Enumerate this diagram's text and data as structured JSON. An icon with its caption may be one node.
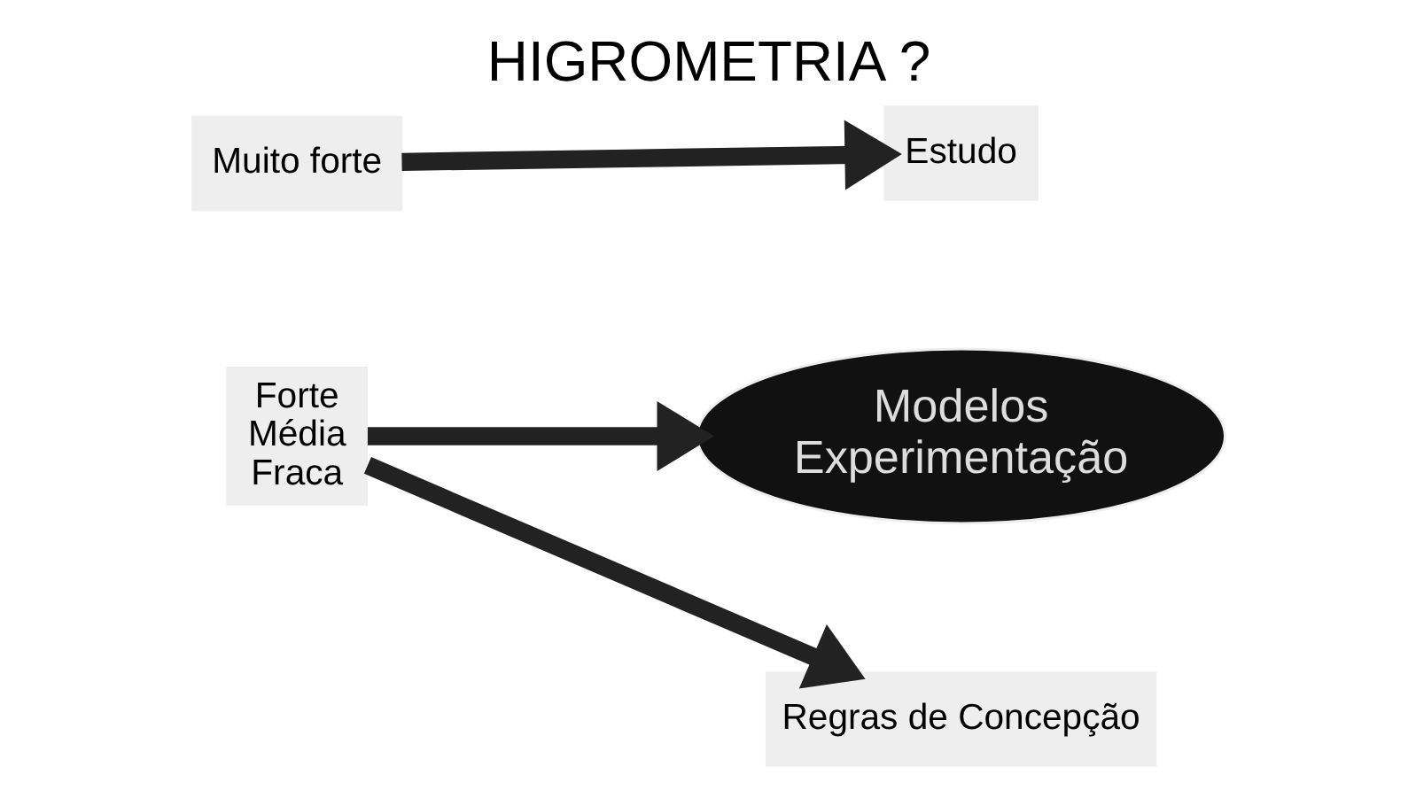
{
  "diagram": {
    "title": "HIGROMETRIA ?",
    "nodes": [
      {
        "text": [
          "Muito forte"
        ]
      },
      {
        "text": [
          "Estudo"
        ]
      },
      {
        "text": [
          "Modelos",
          "Experimentação"
        ]
      },
      {
        "text": [
          "Forte",
          "Média",
          "Fraca"
        ]
      },
      {
        "text": [
          "Regras de Concepção"
        ]
      }
    ],
    "edges": [
      {
        "from": 0,
        "to": 1,
        "arrow": "to"
      },
      {
        "from": 3,
        "to": 2,
        "arrow": "to"
      },
      {
        "from": 3,
        "to": 4,
        "arrow": "to"
      }
    ]
  }
}
